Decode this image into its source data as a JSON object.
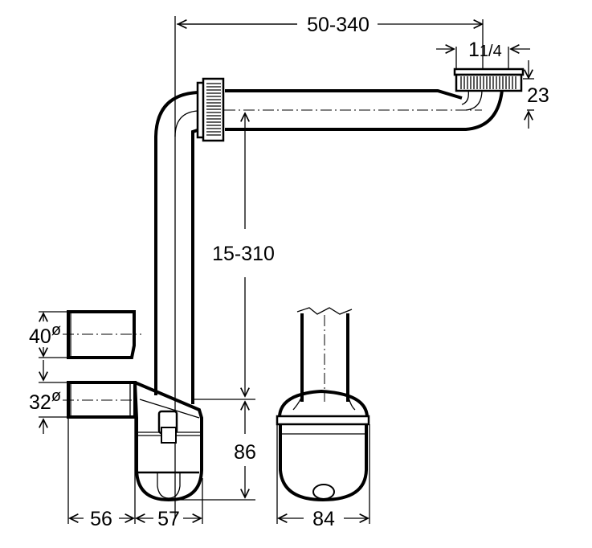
{
  "drawing": {
    "dimensions": {
      "horizontal_offset": "50-340",
      "thread_size_whole": "1",
      "thread_size_fraction": "1/4",
      "nut_height": "23",
      "vertical_offset": "15-310",
      "trap_height": "86",
      "pipe_diameter_large": "40",
      "pipe_diameter_small": "32",
      "diameter_symbol": "ø",
      "outlet_length": "56",
      "trap_width": "57",
      "trap_depth": "84"
    }
  }
}
